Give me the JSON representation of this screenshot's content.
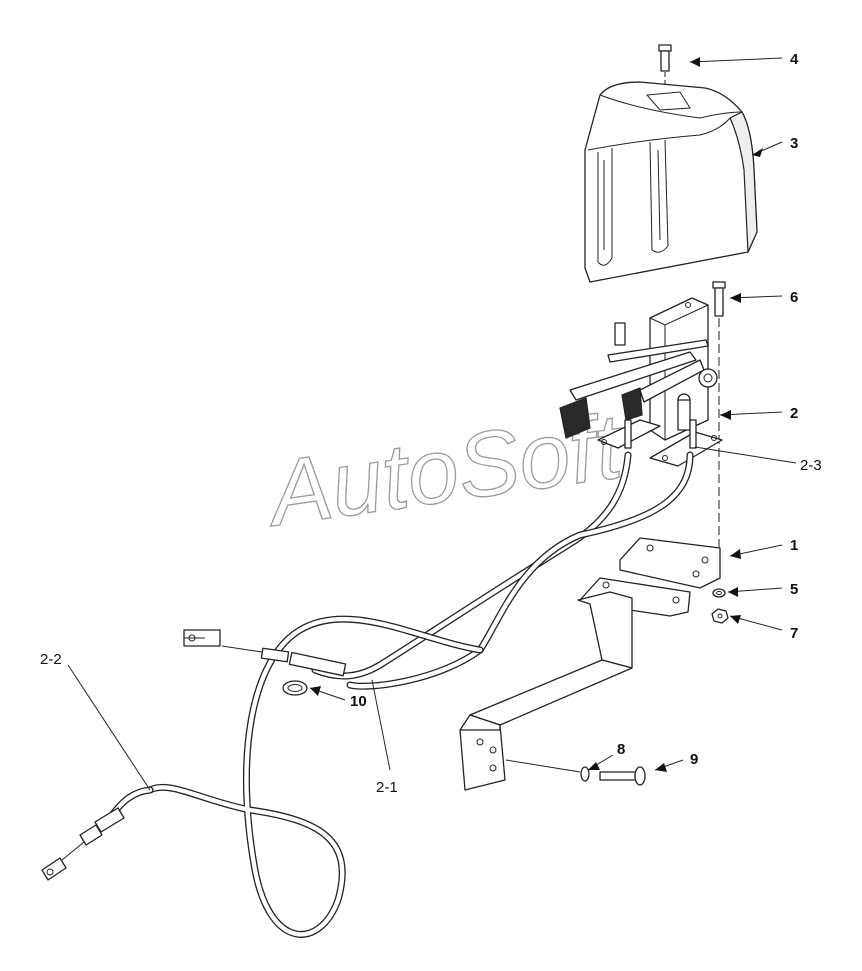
{
  "watermark": "AutoSoft",
  "labels": {
    "l1": "1",
    "l2": "2",
    "l2_1": "2-1",
    "l2_2": "2-2",
    "l2_3": "2-3",
    "l3": "3",
    "l4": "4",
    "l5": "5",
    "l6": "6",
    "l7": "7",
    "l8": "8",
    "l9": "9",
    "l10": "10"
  }
}
